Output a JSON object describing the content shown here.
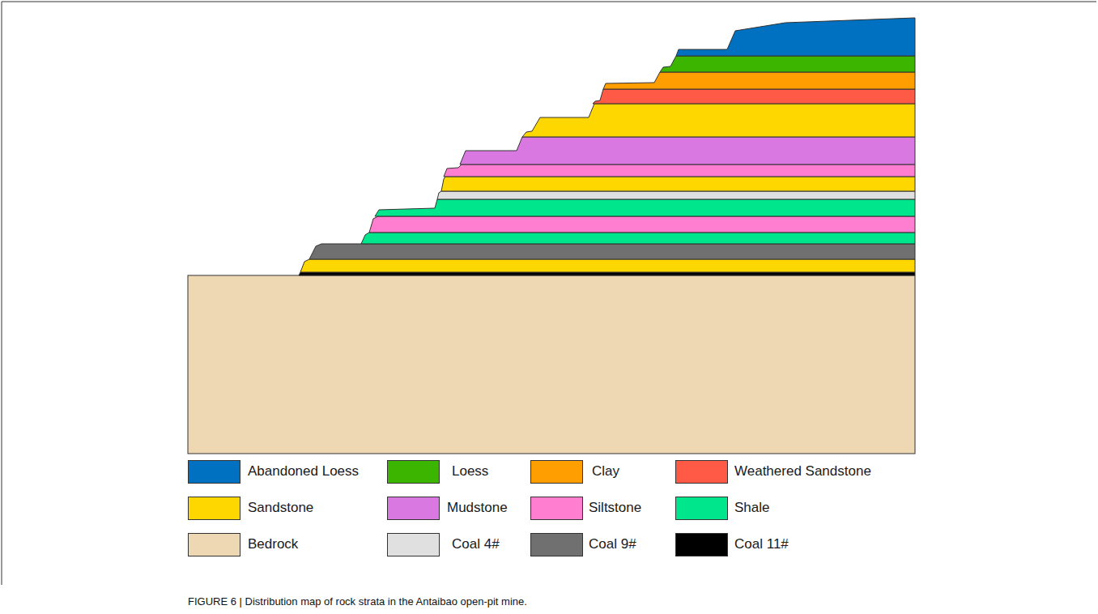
{
  "diagram": {
    "caption": "FIGURE 6 | Distribution map of rock strata in the Antaibao open-pit mine.",
    "legend": [
      {
        "text": "Abandoned Loess",
        "color": "#0070c0"
      },
      {
        "text": "Loess",
        "color": "#3cb500"
      },
      {
        "text": "Clay",
        "color": "#ff9e00"
      },
      {
        "text": "Weathered Sandstone",
        "color": "#ff5a45"
      },
      {
        "text": "Sandstone",
        "color": "#ffd700"
      },
      {
        "text": "Mudstone",
        "color": "#da78e2"
      },
      {
        "text": "Siltstone",
        "color": "#ff7ecf"
      },
      {
        "text": "Shale",
        "color": "#00e68c"
      },
      {
        "text": "Bedrock",
        "color": "#eed8b4"
      },
      {
        "text": "Coal 4#",
        "color": "#e0e0e0"
      },
      {
        "text": "Coal 9#",
        "color": "#707070"
      },
      {
        "text": "Coal 11#",
        "color": "#000000"
      }
    ]
  }
}
